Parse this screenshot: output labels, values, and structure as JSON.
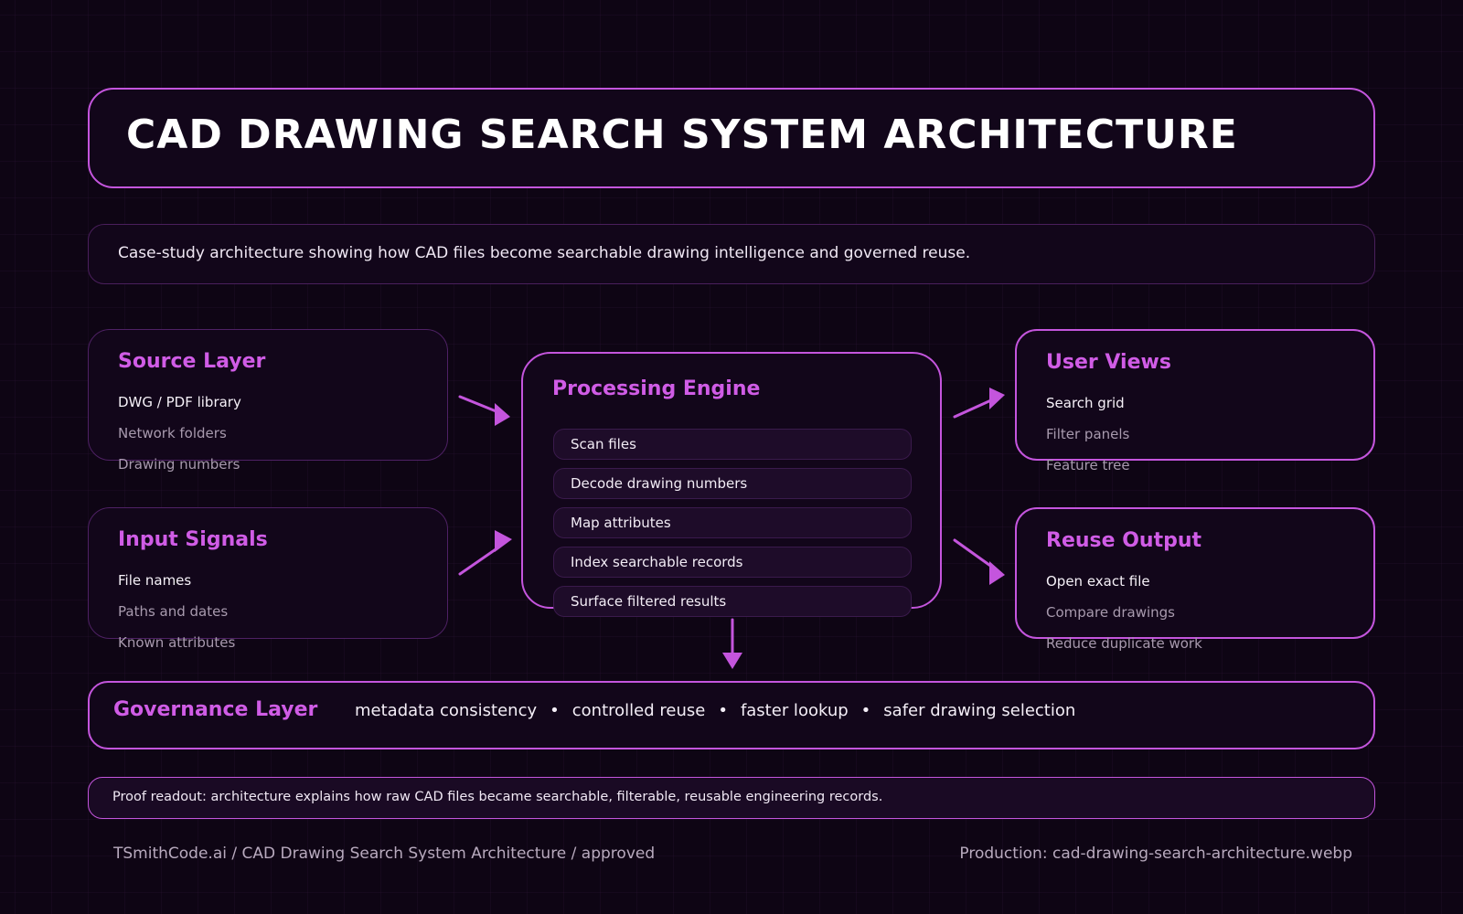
{
  "title": "CAD DRAWING SEARCH SYSTEM ARCHITECTURE",
  "subtitle": "Case-study architecture showing how CAD files become searchable drawing intelligence and governed reuse.",
  "panels": {
    "source": {
      "title": "Source Layer",
      "items": [
        "DWG / PDF library",
        "Network folders",
        "Drawing numbers"
      ]
    },
    "signals": {
      "title": "Input Signals",
      "items": [
        "File names",
        "Paths and dates",
        "Known attributes"
      ]
    },
    "views": {
      "title": "User Views",
      "items": [
        "Search grid",
        "Filter panels",
        "Feature tree"
      ]
    },
    "reuse": {
      "title": "Reuse Output",
      "items": [
        "Open exact file",
        "Compare drawings",
        "Reduce duplicate work"
      ]
    }
  },
  "engine": {
    "title": "Processing Engine",
    "steps": [
      "Scan files",
      "Decode drawing numbers",
      "Map attributes",
      "Index searchable records",
      "Surface filtered results"
    ]
  },
  "governance": {
    "title": "Governance Layer",
    "items": [
      "metadata consistency",
      "controlled reuse",
      "faster lookup",
      "safer drawing selection"
    ],
    "separator": "•"
  },
  "proof": "Proof readout: architecture explains how raw CAD files became searchable, filterable, reusable engineering records.",
  "footer": {
    "left": "TSmithCode.ai / CAD Drawing Search System Architecture / approved",
    "right": "Production: cad-drawing-search-architecture.webp"
  },
  "colors": {
    "background": "#0e0514",
    "accent": "#c455dd",
    "accent_text": "#d05ce6",
    "muted_text": "#a89aae"
  }
}
